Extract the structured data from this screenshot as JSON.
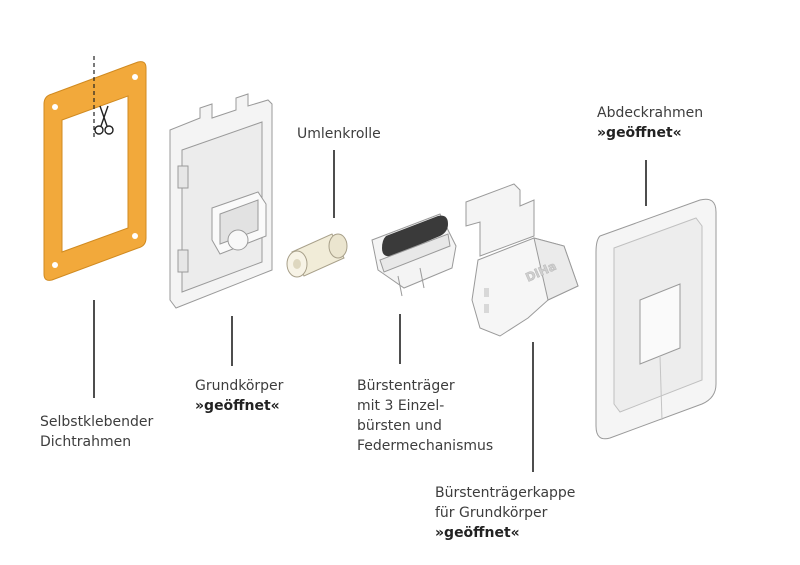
{
  "labels": {
    "seal_frame": {
      "lines": [
        "Selbstklebender",
        "Dichtrahmen"
      ]
    },
    "base_body": {
      "lines": [
        "Grundkörper"
      ],
      "bold": "»geöffnet«"
    },
    "pulley": {
      "lines": [
        "Umlenkrolle"
      ]
    },
    "brush_carrier": {
      "lines": [
        "Bürstenträger",
        "mit 3 Einzel-",
        "bürsten und",
        "Federmechanismus"
      ]
    },
    "brush_cap": {
      "lines": [
        "Bürstenträgerkappe",
        "für Grundkörper"
      ],
      "bold": "»geöffnet«"
    },
    "cover_frame": {
      "lines": [
        "Abdeckrahmen"
      ],
      "bold": "»geöffnet«"
    }
  },
  "logo_text": "DiHa",
  "icons": {
    "cut_marker": "scissors-icon"
  },
  "colors": {
    "seal_frame": "#f2a93b",
    "parts": "#f4f4f4",
    "outline": "#9a9a9a",
    "line": "#222222",
    "roller": "#3a3a3a"
  }
}
